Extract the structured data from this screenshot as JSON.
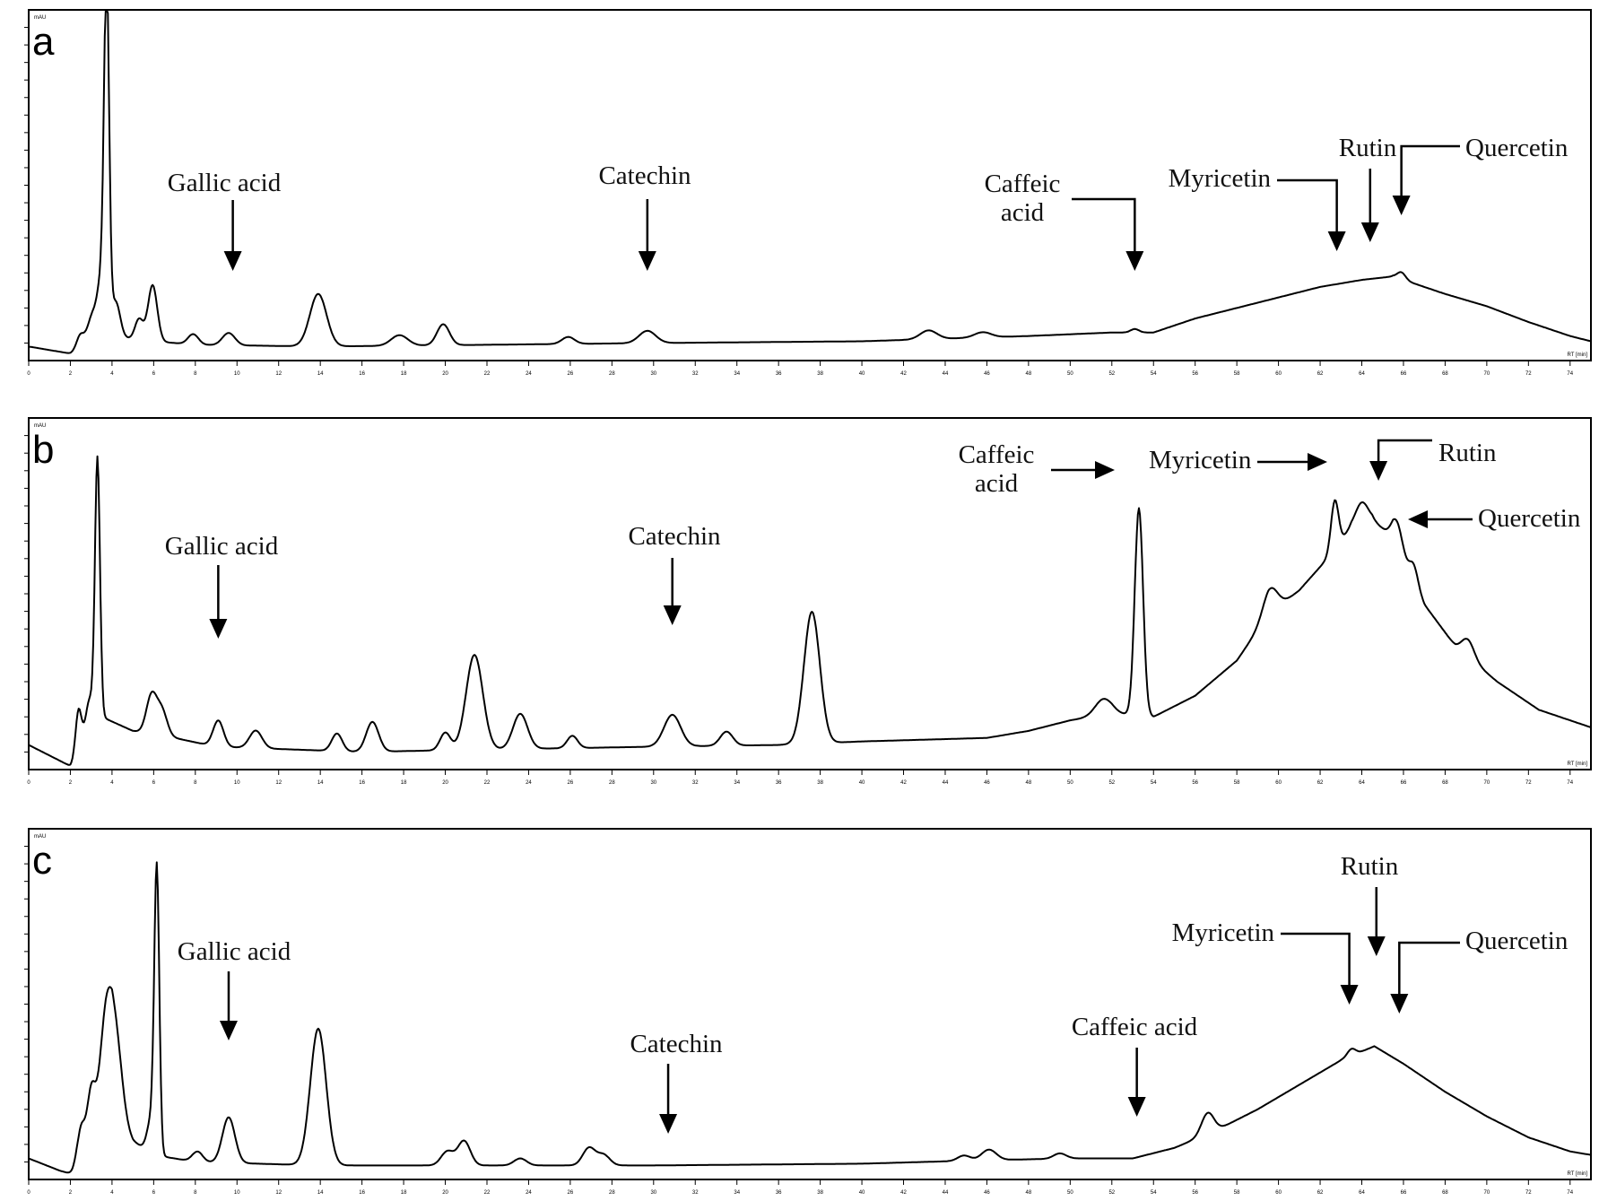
{
  "chart_data": [
    {
      "type": "line",
      "panel_label": "a",
      "ylabel": "mAU",
      "xlabel": "RT [min]",
      "xlim": [
        0,
        75
      ],
      "xticks": [
        0,
        2,
        4,
        6,
        8,
        10,
        12,
        14,
        16,
        18,
        20,
        22,
        24,
        26,
        28,
        30,
        32,
        34,
        36,
        38,
        40,
        42,
        44,
        46,
        48,
        50,
        52,
        54,
        56,
        58,
        60,
        62,
        64,
        66,
        68,
        70,
        72,
        74
      ],
      "ylim": [
        -10,
        190
      ],
      "baseline": [
        [
          0,
          -2
        ],
        [
          2,
          -6
        ],
        [
          2.6,
          -5
        ],
        [
          3.5,
          2
        ],
        [
          3.9,
          5
        ],
        [
          5,
          2
        ],
        [
          8,
          -1
        ],
        [
          14,
          -2
        ],
        [
          22,
          -1
        ],
        [
          30,
          0
        ],
        [
          40,
          1
        ],
        [
          48,
          4
        ],
        [
          52,
          6
        ],
        [
          54,
          6
        ],
        [
          56,
          14
        ],
        [
          58,
          20
        ],
        [
          60,
          26
        ],
        [
          62,
          32
        ],
        [
          64,
          36
        ],
        [
          65.5,
          38
        ],
        [
          66.5,
          34
        ],
        [
          68,
          28
        ],
        [
          70,
          21
        ],
        [
          72,
          12
        ],
        [
          74,
          4
        ],
        [
          75,
          1
        ]
      ],
      "peaks": [
        {
          "rt": 2.5,
          "h": 10,
          "w": 0.2
        },
        {
          "rt": 3.0,
          "h": 14,
          "w": 0.2
        },
        {
          "rt": 3.74,
          "h": 178,
          "w": 0.12
        },
        {
          "rt": 3.55,
          "h": 40,
          "w": 0.25
        },
        {
          "rt": 4.2,
          "h": 18,
          "w": 0.2
        },
        {
          "rt": 5.3,
          "h": 12,
          "w": 0.2
        },
        {
          "rt": 5.95,
          "h": 32,
          "w": 0.22
        },
        {
          "rt": 7.9,
          "h": 6,
          "w": 0.25
        },
        {
          "rt": 9.6,
          "h": 7,
          "w": 0.3
        },
        {
          "rt": 13.9,
          "h": 30,
          "w": 0.4
        },
        {
          "rt": 17.8,
          "h": 6,
          "w": 0.4
        },
        {
          "rt": 19.9,
          "h": 12,
          "w": 0.3
        },
        {
          "rt": 25.9,
          "h": 4,
          "w": 0.3
        },
        {
          "rt": 29.7,
          "h": 7,
          "w": 0.4
        },
        {
          "rt": 43.2,
          "h": 5,
          "w": 0.4
        },
        {
          "rt": 45.8,
          "h": 3,
          "w": 0.4
        },
        {
          "rt": 53.1,
          "h": 2,
          "w": 0.2
        },
        {
          "rt": 65.9,
          "h": 4,
          "w": 0.2
        }
      ],
      "annotations": [
        {
          "label": "Gallic acid",
          "rt": 9.8
        },
        {
          "label": "Catechin",
          "rt": 29.7
        },
        {
          "label": "Caffeic acid",
          "rt": 53.1
        },
        {
          "label": "Myricetin",
          "rt": 62.8
        },
        {
          "label": "Rutin",
          "rt": 64.4
        },
        {
          "label": "Quercetin",
          "rt": 65.9
        }
      ]
    },
    {
      "type": "line",
      "panel_label": "b",
      "ylabel": "mAU",
      "xlabel": "RT [min]",
      "xlim": [
        0,
        75
      ],
      "xticks": [
        0,
        2,
        4,
        6,
        8,
        10,
        12,
        14,
        16,
        18,
        20,
        22,
        24,
        26,
        28,
        30,
        32,
        34,
        36,
        38,
        40,
        42,
        44,
        46,
        48,
        50,
        52,
        54,
        56,
        58,
        60,
        62,
        64,
        66,
        68,
        70,
        72,
        74
      ],
      "ylim": [
        -10,
        190
      ],
      "baseline": [
        [
          0,
          4
        ],
        [
          1,
          -2
        ],
        [
          2,
          -8
        ],
        [
          2.5,
          -6
        ],
        [
          3.5,
          20
        ],
        [
          5,
          12
        ],
        [
          7,
          8
        ],
        [
          9,
          3
        ],
        [
          16,
          0
        ],
        [
          20,
          1
        ],
        [
          30,
          3
        ],
        [
          36,
          4
        ],
        [
          40,
          6
        ],
        [
          46,
          8
        ],
        [
          48,
          12
        ],
        [
          50,
          18
        ],
        [
          52,
          22
        ],
        [
          54,
          20
        ],
        [
          56,
          32
        ],
        [
          58,
          52
        ],
        [
          59.5,
          78
        ],
        [
          61,
          92
        ],
        [
          62.5,
          112
        ],
        [
          63.5,
          128
        ],
        [
          64.5,
          132
        ],
        [
          65.5,
          122
        ],
        [
          67,
          84
        ],
        [
          68.5,
          60
        ],
        [
          70.5,
          40
        ],
        [
          72.5,
          24
        ],
        [
          75,
          14
        ]
      ],
      "peaks": [
        {
          "rt": 2.4,
          "h": 30,
          "w": 0.15
        },
        {
          "rt": 3.3,
          "h": 150,
          "w": 0.12
        },
        {
          "rt": 2.9,
          "h": 25,
          "w": 0.2
        },
        {
          "rt": 5.9,
          "h": 22,
          "w": 0.25
        },
        {
          "rt": 6.4,
          "h": 14,
          "w": 0.25
        },
        {
          "rt": 9.1,
          "h": 15,
          "w": 0.25
        },
        {
          "rt": 10.9,
          "h": 10,
          "w": 0.3
        },
        {
          "rt": 14.8,
          "h": 10,
          "w": 0.25
        },
        {
          "rt": 16.5,
          "h": 17,
          "w": 0.3
        },
        {
          "rt": 20.0,
          "h": 10,
          "w": 0.25
        },
        {
          "rt": 21.4,
          "h": 54,
          "w": 0.4
        },
        {
          "rt": 23.6,
          "h": 20,
          "w": 0.35
        },
        {
          "rt": 26.1,
          "h": 7,
          "w": 0.25
        },
        {
          "rt": 30.9,
          "h": 18,
          "w": 0.4
        },
        {
          "rt": 33.5,
          "h": 8,
          "w": 0.3
        },
        {
          "rt": 37.6,
          "h": 75,
          "w": 0.38
        },
        {
          "rt": 51.6,
          "h": 9,
          "w": 0.4
        },
        {
          "rt": 53.3,
          "h": 118,
          "w": 0.2
        },
        {
          "rt": 59.6,
          "h": 14,
          "w": 0.35
        },
        {
          "rt": 62.7,
          "h": 28,
          "w": 0.18
        },
        {
          "rt": 64.0,
          "h": 12,
          "w": 0.3
        },
        {
          "rt": 65.7,
          "h": 14,
          "w": 0.25
        },
        {
          "rt": 66.5,
          "h": 10,
          "w": 0.2
        },
        {
          "rt": 69.1,
          "h": 10,
          "w": 0.3
        }
      ],
      "annotations": [
        {
          "label": "Gallic acid",
          "rt": 9.1
        },
        {
          "label": "Catechin",
          "rt": 30.9
        },
        {
          "label": "Caffeic acid",
          "rt": 53.0
        },
        {
          "label": "Myricetin",
          "rt": 62.6
        },
        {
          "label": "Rutin",
          "rt": 64.8
        },
        {
          "label": "Quercetin",
          "rt": 66.3
        }
      ]
    },
    {
      "type": "line",
      "panel_label": "c",
      "ylabel": "mAU",
      "xlabel": "RT [min]",
      "xlim": [
        0,
        75
      ],
      "xticks": [
        0,
        2,
        4,
        6,
        8,
        10,
        12,
        14,
        16,
        18,
        20,
        22,
        24,
        26,
        28,
        30,
        32,
        34,
        36,
        38,
        40,
        42,
        44,
        46,
        48,
        50,
        52,
        54,
        56,
        58,
        60,
        62,
        64,
        66,
        68,
        70,
        72,
        74
      ],
      "ylim": [
        -10,
        190
      ],
      "baseline": [
        [
          0,
          2
        ],
        [
          1.5,
          -5
        ],
        [
          2.4,
          -8
        ],
        [
          3.2,
          10
        ],
        [
          4,
          30
        ],
        [
          5,
          12
        ],
        [
          6,
          4
        ],
        [
          8,
          0
        ],
        [
          14,
          -2
        ],
        [
          20,
          -2
        ],
        [
          30,
          -2
        ],
        [
          40,
          -1
        ],
        [
          46,
          1
        ],
        [
          50,
          2
        ],
        [
          53,
          2
        ],
        [
          55,
          8
        ],
        [
          57,
          18
        ],
        [
          59,
          30
        ],
        [
          61,
          44
        ],
        [
          63,
          58
        ],
        [
          64.6,
          66
        ],
        [
          66,
          56
        ],
        [
          68,
          40
        ],
        [
          70,
          26
        ],
        [
          72,
          14
        ],
        [
          74,
          6
        ],
        [
          75,
          4
        ]
      ],
      "peaks": [
        {
          "rt": 2.5,
          "h": 25,
          "w": 0.2
        },
        {
          "rt": 3.0,
          "h": 34,
          "w": 0.2
        },
        {
          "rt": 3.7,
          "h": 60,
          "w": 0.3
        },
        {
          "rt": 4.2,
          "h": 40,
          "w": 0.3
        },
        {
          "rt": 6.15,
          "h": 158,
          "w": 0.12
        },
        {
          "rt": 5.9,
          "h": 20,
          "w": 0.2
        },
        {
          "rt": 8.1,
          "h": 6,
          "w": 0.25
        },
        {
          "rt": 9.6,
          "h": 26,
          "w": 0.3
        },
        {
          "rt": 13.9,
          "h": 78,
          "w": 0.38
        },
        {
          "rt": 20.1,
          "h": 8,
          "w": 0.3
        },
        {
          "rt": 20.9,
          "h": 14,
          "w": 0.3
        },
        {
          "rt": 23.6,
          "h": 4,
          "w": 0.3
        },
        {
          "rt": 26.9,
          "h": 10,
          "w": 0.3
        },
        {
          "rt": 27.6,
          "h": 6,
          "w": 0.3
        },
        {
          "rt": 44.9,
          "h": 3,
          "w": 0.3
        },
        {
          "rt": 46.1,
          "h": 6,
          "w": 0.35
        },
        {
          "rt": 49.5,
          "h": 3,
          "w": 0.3
        },
        {
          "rt": 56.6,
          "h": 12,
          "w": 0.3
        },
        {
          "rt": 63.5,
          "h": 4,
          "w": 0.2
        }
      ],
      "annotations": [
        {
          "label": "Gallic acid",
          "rt": 9.6
        },
        {
          "label": "Catechin",
          "rt": 30.7
        },
        {
          "label": "Caffeic acid",
          "rt": 53.2
        },
        {
          "label": "Myricetin",
          "rt": 63.4
        },
        {
          "label": "Rutin",
          "rt": 64.7
        },
        {
          "label": "Quercetin",
          "rt": 65.8
        }
      ]
    }
  ]
}
